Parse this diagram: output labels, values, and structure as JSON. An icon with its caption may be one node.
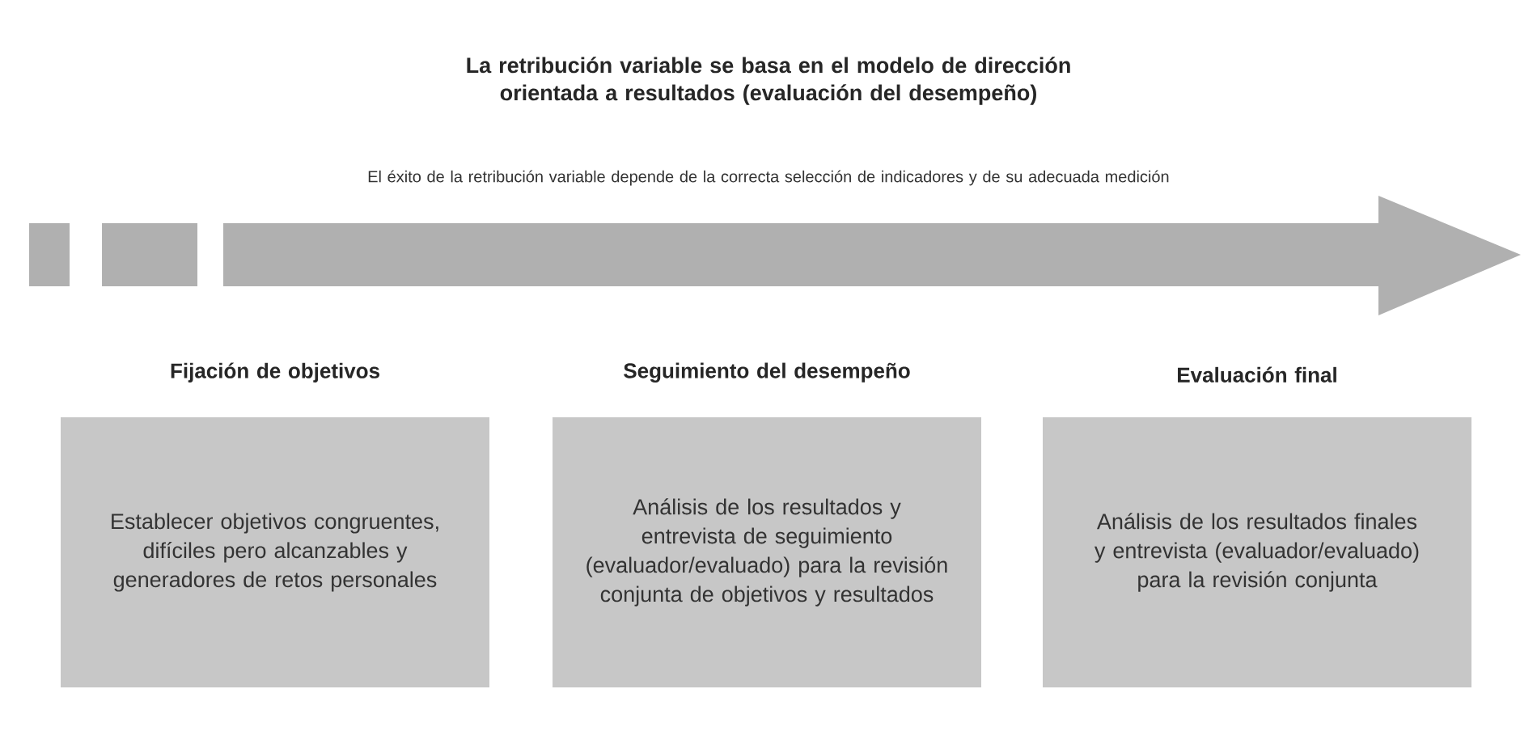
{
  "diagram": {
    "title": "La retribución variable se basa en el modelo de dirección orientada a resultados (evaluación del desempeño)",
    "nodes": [
      {
        "text": [
          "Fijación de objetivos",
          "Establecer objetivos congruentes, difíciles pero alcanzables y generadores de retos personales"
        ]
      },
      {
        "text": [
          "Seguimiento del desempeño",
          "Análisis de los resultados y entrevista de seguimiento (evaluador/evaluado) para la revisión conjunta de objetivos y resultados"
        ]
      },
      {
        "text": [
          "Evaluación final",
          "Análisis de los resultados finales y entrevista (evaluador/evaluado) para la revisión conjunta"
        ]
      }
    ],
    "labels": [
      "El éxito de la retribución variable depende de la correcta selección de indicadores y de su adecuada medición"
    ]
  }
}
